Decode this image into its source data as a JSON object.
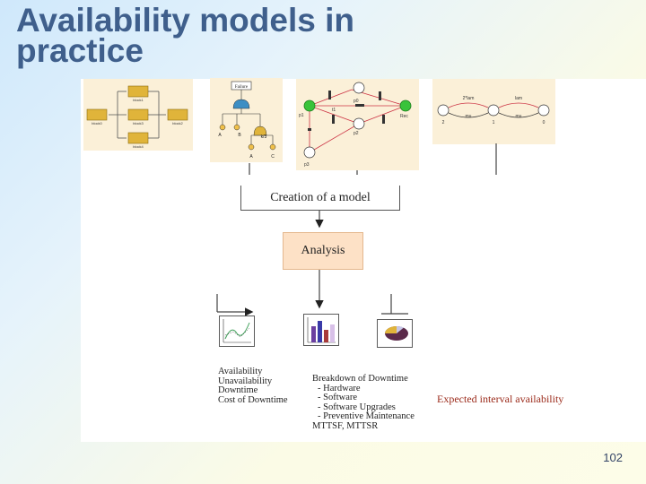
{
  "slide": {
    "title": "Availability models in practice",
    "page_number": "102"
  },
  "diagram": {
    "creation_label": "Creation of a model",
    "analysis_label": "Analysis",
    "block_diagram": {
      "blocks": [
        "block1",
        "block0",
        "block3",
        "block2",
        "block4"
      ]
    },
    "fault_tree": {
      "top_label": "Failure",
      "leaves": [
        "A",
        "B",
        "C",
        "k/3",
        "A"
      ]
    },
    "petri_net": {
      "places": [
        "p0",
        "p1",
        "p2",
        "p3"
      ],
      "labels": [
        "Rec",
        "t1"
      ]
    },
    "markov_chain": {
      "states": [
        "2",
        "1",
        "0"
      ],
      "rates_top": [
        "2*lam",
        "lam"
      ],
      "rates_bottom": [
        "mu",
        "mu"
      ]
    },
    "outputs": {
      "availability_lines": [
        "Availability",
        "Unavailability",
        "Downtime",
        "Cost of Downtime"
      ],
      "breakdown_lines": [
        "Breakdown of Downtime",
        "- Hardware",
        "- Software",
        "- Software Upgrades",
        "- Preventive Maintenance",
        "MTTSF, MTTSR"
      ],
      "expected_label": "Expected interval availability"
    }
  },
  "colors": {
    "title": "#3f5f8c",
    "analysis_fill": "#fde1c6",
    "block_fill": "#e0b43a",
    "thumb_bg": "#fbf0d8",
    "expected_text": "#9b2a1a"
  }
}
